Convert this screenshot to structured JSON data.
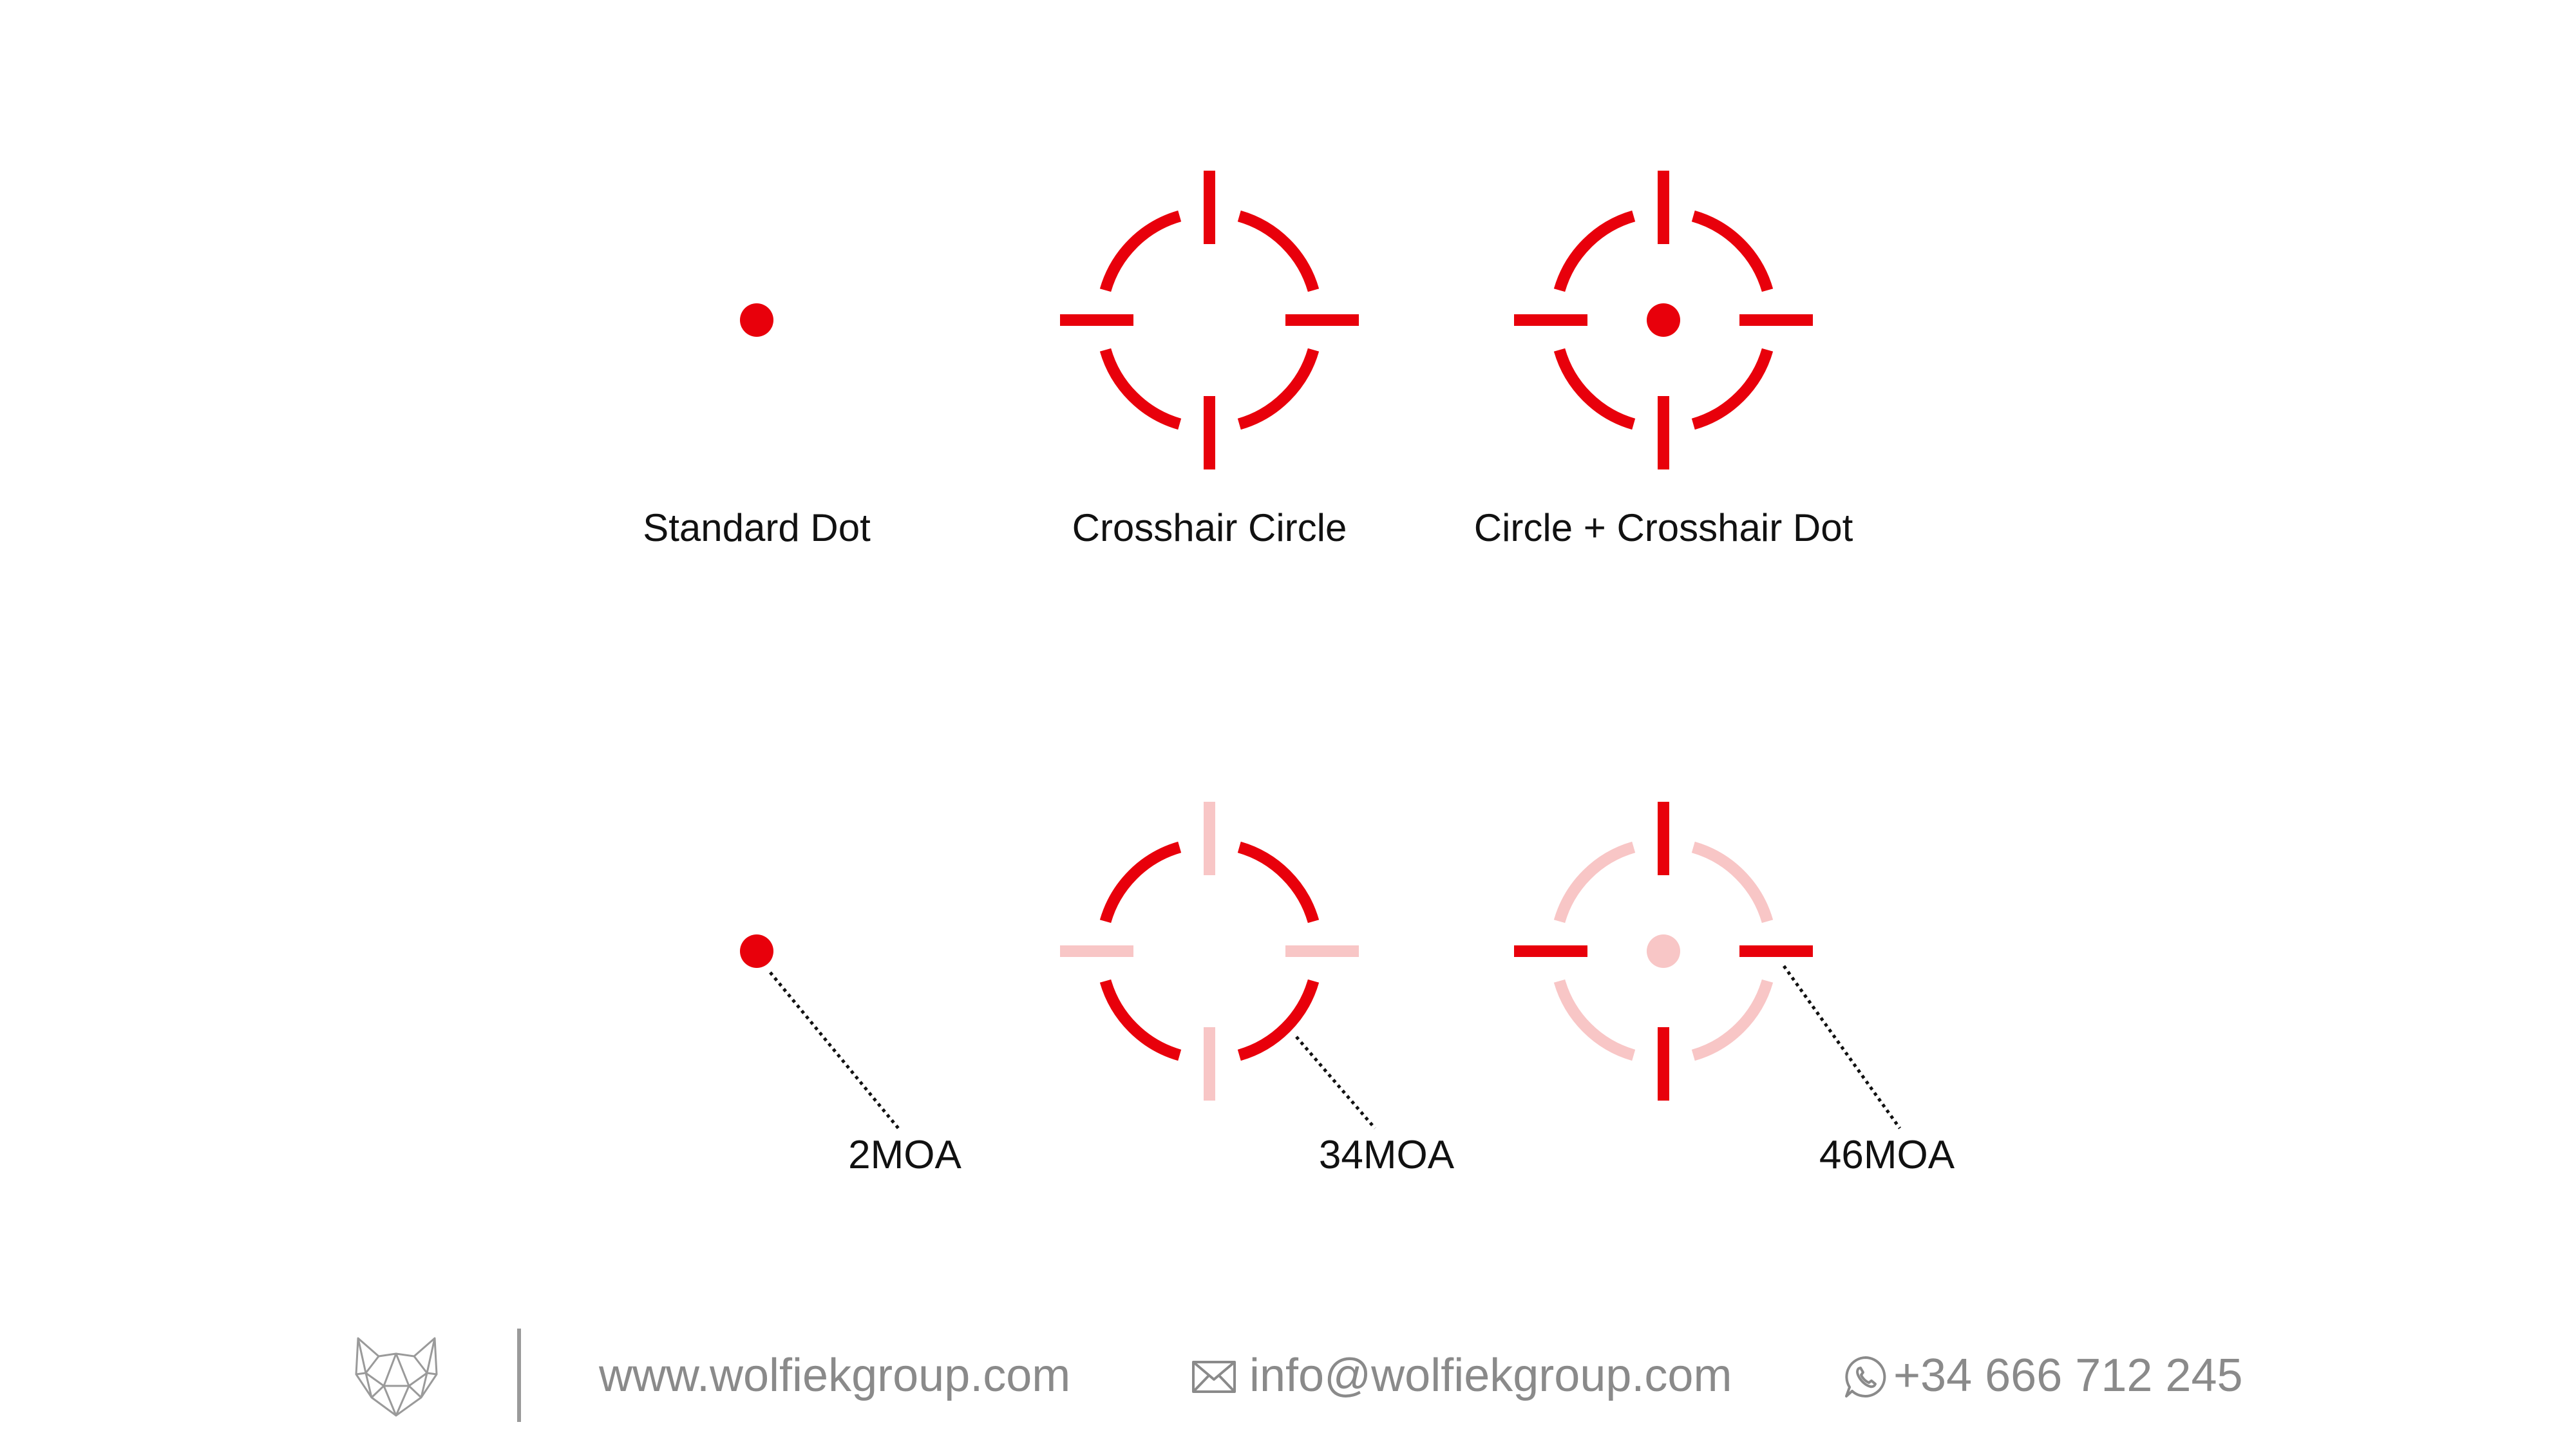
{
  "colors": {
    "red": "#e8000b",
    "faded": "#f8c6c6",
    "footer": "#8a8a8a",
    "label": "#111111"
  },
  "reticles_top": [
    {
      "label": "Standard Dot",
      "type": "dot"
    },
    {
      "label": "Crosshair Circle",
      "type": "crosshair-circle"
    },
    {
      "label": "Circle + Crosshair Dot",
      "type": "circle-crosshair-dot"
    }
  ],
  "reticles_bottom": [
    {
      "label": "2MOA",
      "type": "dot",
      "highlight": "dot"
    },
    {
      "label": "34MOA",
      "type": "crosshair-circle",
      "highlight": "circle"
    },
    {
      "label": "46MOA",
      "type": "circle-crosshair-dot",
      "highlight": "crosshair"
    }
  ],
  "footer": {
    "logo_icon": "wolf-head-icon",
    "website": "www.wolfiekgroup.com",
    "email_icon": "envelope-icon",
    "email": "info@wolfiekgroup.com",
    "phone_icon": "whatsapp-icon",
    "phone": "+34 666 712 245"
  }
}
